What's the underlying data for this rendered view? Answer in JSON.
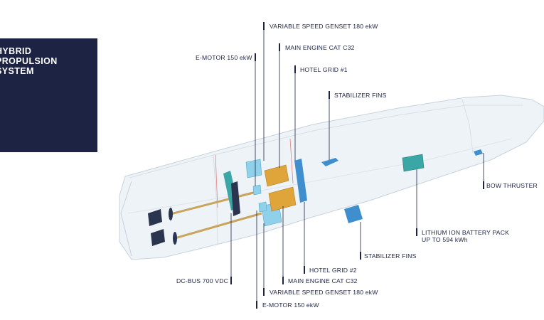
{
  "title": {
    "lines": [
      "HYBRID",
      "PROPULSION",
      "SYSTEM"
    ]
  },
  "labels": {
    "variable_speed_genset_top": "VARIABLE SPEED GENSET 180 ekW",
    "main_engine_top": "MAIN ENGINE CAT C32",
    "e_motor_top": "E-MOTOR 150 ekW",
    "hotel_grid_1": "HOTEL GRID #1",
    "stabilizer_fins_top": "STABILIZER FINS",
    "bow_thruster": "BOW THRUSTER",
    "lithium_battery_line1": "LITHIUM ION BATTERY PACK",
    "lithium_battery_line2": "UP TO 594 kWh",
    "stabilizer_fins_bottom": "STABILIZER FINS",
    "hotel_grid_2": "HOTEL GRID #2",
    "dc_bus": "DC-BUS 700 VDC",
    "main_engine_bottom": "MAIN ENGINE CAT C32",
    "variable_speed_genset_bottom": "VARIABLE SPEED GENSET 180 ekW",
    "e_motor_bottom": "E-MOTOR 150 ekW"
  },
  "colors": {
    "navy": "#1d2342",
    "hull_fill": "#eef3f7",
    "hull_stroke": "#c7d3dd",
    "engine": "#e0a53a",
    "genset": "#8fd0ea",
    "grid": "#3f8fcf",
    "battery": "#3aa6a6",
    "shaft": "#c9a45c",
    "prop": "#2c3550"
  }
}
